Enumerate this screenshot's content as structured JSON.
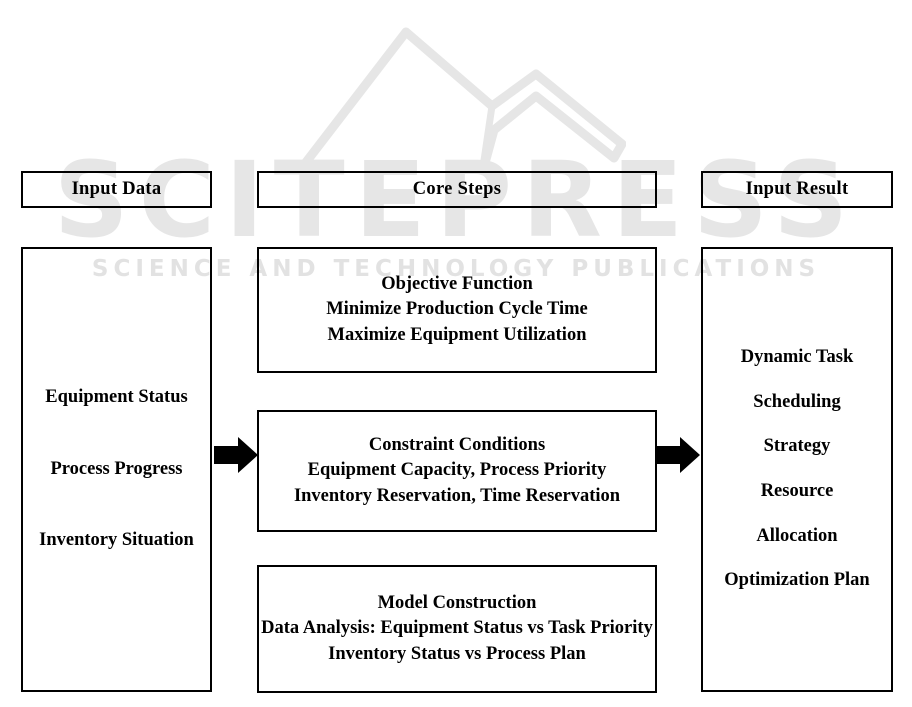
{
  "watermark": {
    "brand": "SCITEPRESS",
    "tagline": "SCIENCE AND TECHNOLOGY PUBLICATIONS",
    "book_icon": "open-book-icon",
    "color": "#e6e6e6"
  },
  "diagram": {
    "type": "flow",
    "colors": {
      "stroke": "#000000",
      "fill": "#ffffff",
      "text": "#000000"
    },
    "columns": [
      {
        "id": "input",
        "header": "Input Data",
        "boxes": [
          {
            "lines": [
              "Equipment Status",
              "Process Progress",
              "Inventory Situation"
            ]
          }
        ]
      },
      {
        "id": "core",
        "header": "Core Steps",
        "boxes": [
          {
            "lines": [
              "Objective Function",
              "Minimize Production Cycle Time",
              "Maximize Equipment Utilization"
            ]
          },
          {
            "lines": [
              "Constraint Conditions",
              "Equipment Capacity, Process Priority",
              "Inventory Reservation, Time Reservation"
            ]
          },
          {
            "lines": [
              "Model Construction",
              "Data Analysis: Equipment Status vs Task Priority",
              "Inventory Status vs Process Plan"
            ]
          }
        ]
      },
      {
        "id": "result",
        "header": "Input Result",
        "boxes": [
          {
            "lines": [
              "Dynamic Task",
              "Scheduling",
              "Strategy",
              "Resource",
              "Allocation",
              "Optimization Plan"
            ]
          }
        ]
      }
    ],
    "arrows": [
      {
        "id": "input-to-core",
        "icon": "arrow-right-icon",
        "direction": "right"
      },
      {
        "id": "core-to-result",
        "icon": "arrow-right-icon",
        "direction": "right"
      }
    ]
  }
}
